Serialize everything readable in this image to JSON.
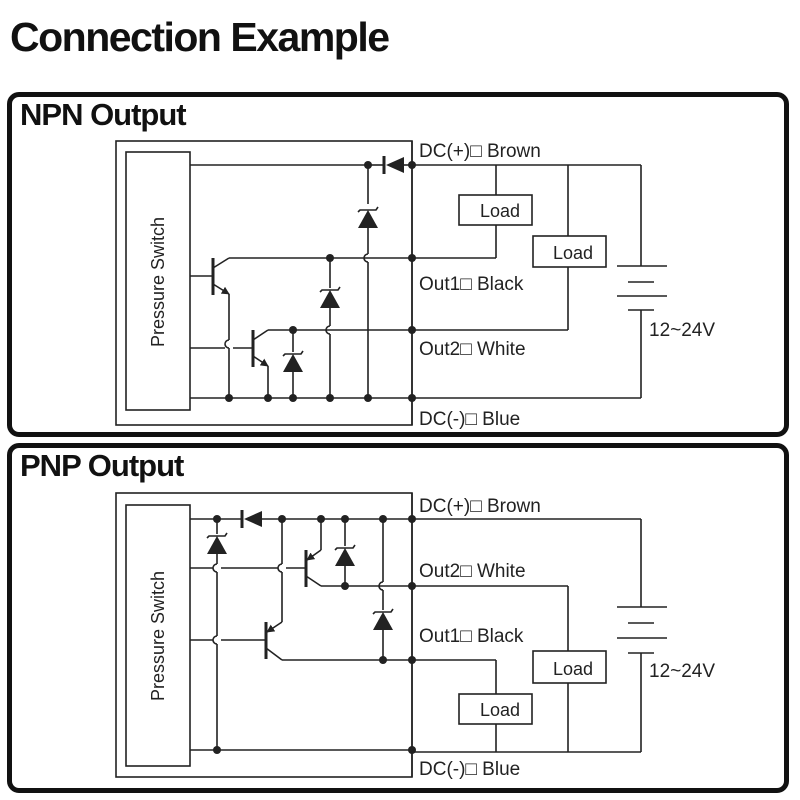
{
  "title": "Connection Example",
  "panels": [
    {
      "id": "npn",
      "title": "NPN Output",
      "sensor_label": "Pressure Switch",
      "wires": {
        "dc_plus": "DC(+)□ Brown",
        "out1": "Out1□ Black",
        "out2": "Out2□ White",
        "dc_minus": "DC(-)□ Blue"
      },
      "load_label": "Load",
      "supply_label": "12~24V"
    },
    {
      "id": "pnp",
      "title": "PNP Output",
      "sensor_label": "Pressure Switch",
      "wires": {
        "dc_plus": "DC(+)□ Brown",
        "out2": "Out2□ White",
        "out1": "Out1□ Black",
        "dc_minus": "DC(-)□ Blue"
      },
      "load_label": "Load",
      "supply_label": "12~24V"
    }
  ]
}
